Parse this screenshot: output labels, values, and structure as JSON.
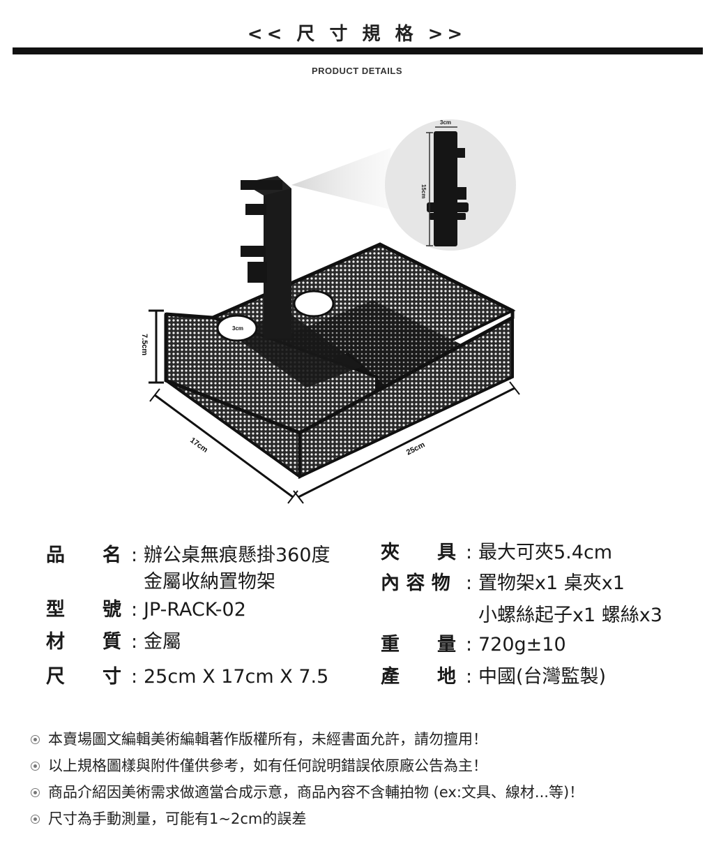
{
  "header": {
    "title": "<< 尺 寸 規 格 >>",
    "subtitle": "PRODUCT DETAILS"
  },
  "dimensions": {
    "height": "7.5cm",
    "depth": "17cm",
    "width": "25cm",
    "clamp_height": "15cm",
    "clamp_width": "3cm",
    "hole_label": "3cm"
  },
  "specs": {
    "name": {
      "label": "品　　名",
      "value_line1": "辦公桌無痕懸掛360度",
      "value_line2": "金屬收納置物架"
    },
    "model": {
      "label": "型　　號",
      "value": "JP-RACK-02"
    },
    "material": {
      "label": "材　　質",
      "value": "金屬"
    },
    "size": {
      "label": "尺　　寸",
      "value": "25cm X 17cm X 7.5"
    },
    "clamp": {
      "label": "夾　　具",
      "value": "最大可夾5.4cm"
    },
    "contents": {
      "label": "內 容 物",
      "value_line1": "置物架x1  桌夾x1",
      "value_line2": "小螺絲起子x1  螺絲x3"
    },
    "weight": {
      "label": "重　　量",
      "value": "720g±10"
    },
    "origin": {
      "label": "產　　地",
      "value": "中國(台灣監製)"
    }
  },
  "colon": ":",
  "notes": [
    "本賣場圖文編輯美術編輯著作版權所有，未經書面允許，請勿擅用！",
    "以上規格圖樣與附件僅供參考，如有任何說明錯誤依原廠公告為主！",
    "商品介紹因美術需求做適當合成示意，商品內容不含輔拍物 (ex:文具、線材...等)！",
    "尺寸為手動測量，可能有1~2cm的誤差"
  ],
  "colors": {
    "accent": "#111111",
    "metal": "#1c1c1c"
  }
}
